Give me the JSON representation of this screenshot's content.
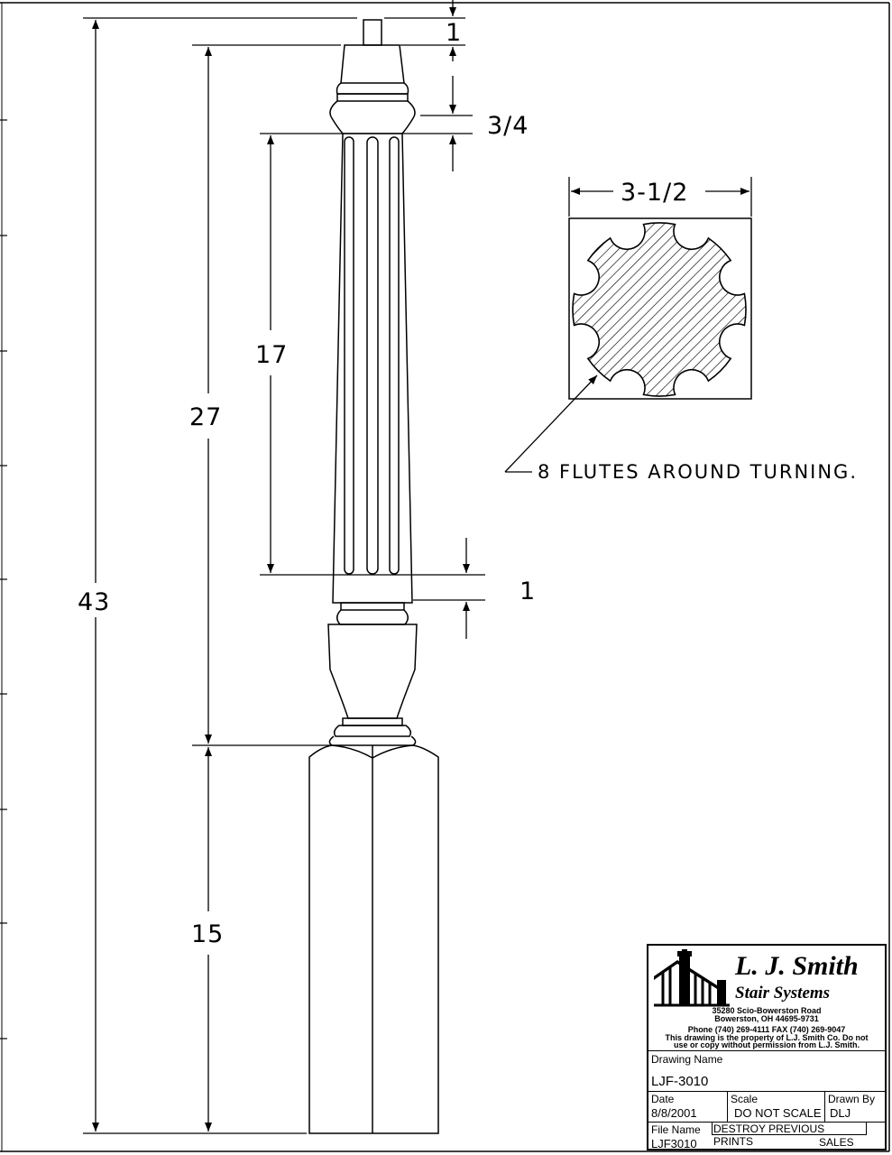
{
  "drawing": {
    "dimensions": {
      "overall": "43",
      "upper": "27",
      "fluted": "17",
      "base": "15",
      "top_pin": "1",
      "neck": "3/4",
      "collar": "1",
      "section_width": "3-1/2"
    },
    "callout": "8 FLUTES AROUND TURNING."
  },
  "title_block": {
    "company_line1": "L. J. Smith",
    "company_line2": "Stair Systems",
    "address_line1": "35280 Scio-Bowerston Road",
    "address_line2": "Bowerston, OH 44695-9731",
    "phone_line": "Phone (740) 269-4111      FAX (740) 269-9047",
    "notice_line1": "This drawing is the property of L.J. Smith Co. Do not",
    "notice_line2": "use or copy without permission from L.J. Smith.",
    "drawing_name_label": "Drawing Name",
    "drawing_name": "LJF-3010",
    "date_label": "Date",
    "date": "8/8/2001",
    "scale_label": "Scale",
    "scale": "DO NOT SCALE",
    "drawn_by_label": "Drawn By",
    "drawn_by": "DLJ",
    "file_name_label": "File Name",
    "file_name": "LJF3010",
    "file_note": "DESTROY PREVIOUS PRINTS",
    "department": "SALES"
  }
}
